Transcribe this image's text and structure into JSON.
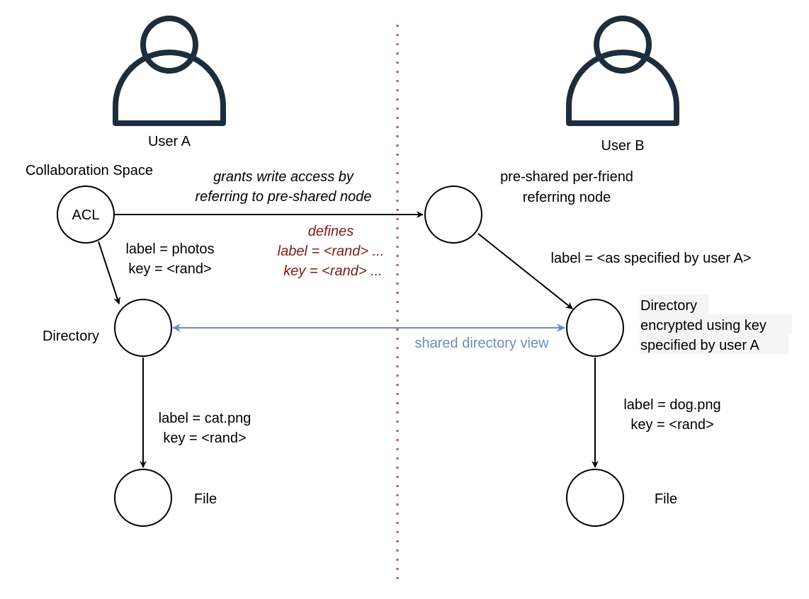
{
  "users": {
    "a": {
      "label": "User A"
    },
    "b": {
      "label": "User B"
    }
  },
  "left": {
    "space_label": "Collaboration Space",
    "acl_label": "ACL",
    "acl_edge": {
      "line1": "label = photos",
      "line2": "key = <rand>"
    },
    "directory_label": "Directory",
    "file_edge": {
      "line1": "label = cat.png",
      "line2": "key = <rand>"
    },
    "file_label": "File"
  },
  "middle": {
    "grant": {
      "line1": "grants write access by",
      "line2": "referring to pre-shared node"
    },
    "defines": {
      "line1": "defines",
      "line2": "label = <rand> ...",
      "line3": "key = <rand> ..."
    },
    "shared_view": "shared directory view"
  },
  "right": {
    "referring_node": {
      "line1": "pre-shared per-friend",
      "line2": "referring node"
    },
    "ref_edge": "label = <as specified by user A>",
    "directory": {
      "line1": "Directory",
      "line2": "encrypted using key",
      "line3": "specified by user A"
    },
    "file_edge": {
      "line1": "label = dog.png",
      "line2": "key = <rand>"
    },
    "file_label": "File"
  },
  "colors": {
    "user_icon": "#1d2d3c",
    "divider": "#b85450",
    "defines_text": "#7f1a1a",
    "shared_arrow": "#6c8ebf",
    "label_bg": "#f5f5f5"
  }
}
